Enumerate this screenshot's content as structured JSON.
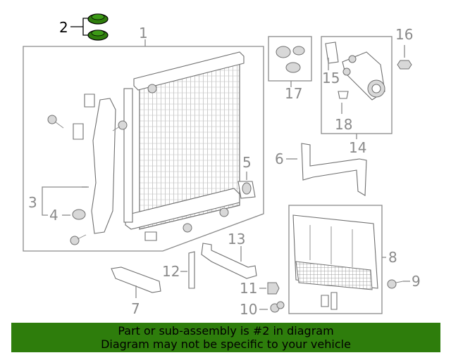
{
  "callouts": {
    "n1": "1",
    "n2": "2",
    "n3": "3",
    "n4": "4",
    "n5": "5",
    "n6": "6",
    "n7": "7",
    "n8": "8",
    "n9": "9",
    "n10": "10",
    "n11": "11",
    "n12": "12",
    "n13": "13",
    "n14": "14",
    "n15": "15",
    "n16": "16",
    "n17": "17",
    "n18": "18"
  },
  "highlight_color": "#2e7d0c",
  "banner": {
    "line1": "Part or sub-assembly is #2 in diagram",
    "line2": "Diagram may not be specific to your vehicle"
  }
}
